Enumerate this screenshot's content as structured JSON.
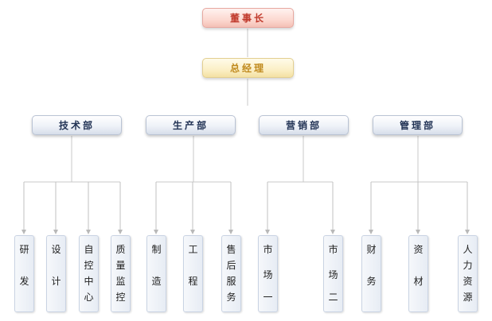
{
  "chairman": {
    "label": "董事长"
  },
  "general_manager": {
    "label": "总经理"
  },
  "departments": [
    {
      "label": "技术部",
      "units": [
        "研发",
        "设计",
        "自控中心",
        "质量监控"
      ]
    },
    {
      "label": "生产部",
      "units": [
        "制造",
        "工程",
        "售后服务"
      ]
    },
    {
      "label": "营销部",
      "units": [
        "市场一",
        "市场二"
      ]
    },
    {
      "label": "管理部",
      "units": [
        "财务",
        "资材",
        "人力资源"
      ]
    }
  ],
  "colors": {
    "line": "#c8c8c8",
    "arrow": "#b8b8b8"
  }
}
